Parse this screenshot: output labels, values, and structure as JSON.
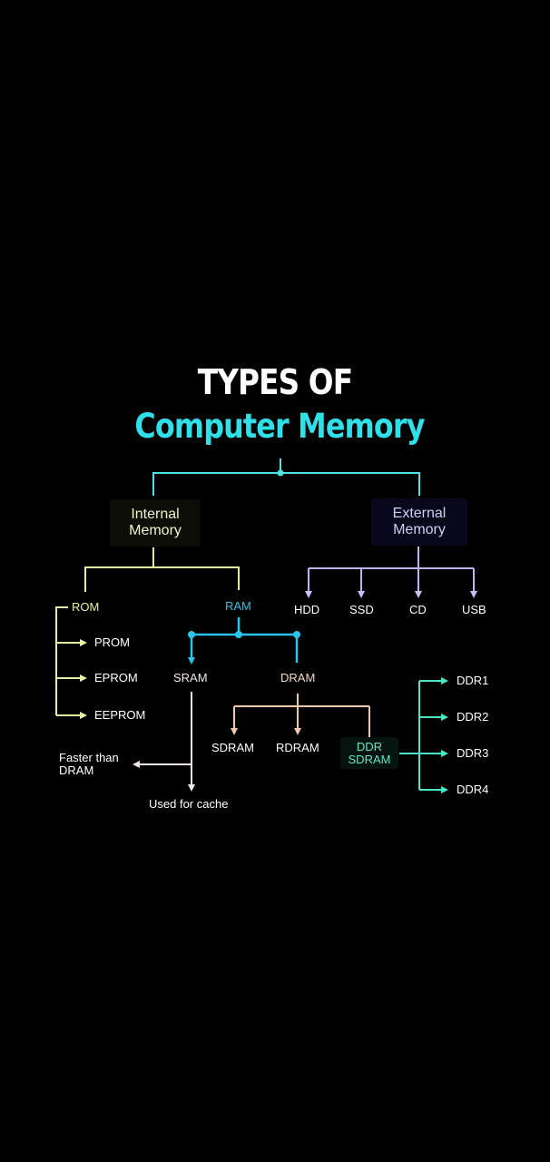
{
  "title": {
    "line1": "TYPES OF",
    "line2": "Computer Memory"
  },
  "colors": {
    "background": "#000000",
    "title_accent": "#2ee0e8",
    "internal_branch": "#e6f0a0",
    "external_branch": "#b8b6f0",
    "ram_branch": "#2cc4ea",
    "dram_branch": "#f3c8a8",
    "ddr_branch": "#46e8c8",
    "sram_branch": "#f0dfe8"
  },
  "nodes": {
    "internal": {
      "line1": "Internal",
      "line2": "Memory"
    },
    "external": {
      "line1": "External",
      "line2": "Memory"
    },
    "rom": "ROM",
    "ram": "RAM",
    "prom": "PROM",
    "eprom": "EPROM",
    "eeprom": "EEPROM",
    "hdd": "HDD",
    "ssd": "SSD",
    "cd": "CD",
    "usb": "USB",
    "sram": "SRAM",
    "dram": "DRAM",
    "sdram": "SDRAM",
    "rdram": "RDRAM",
    "ddr_sdram": {
      "line1": "DDR",
      "line2": "SDRAM"
    },
    "ddr1": "DDR1",
    "ddr2": "DDR2",
    "ddr3": "DDR3",
    "ddr4": "DDR4",
    "faster": {
      "line1": "Faster than",
      "line2": "DRAM"
    },
    "cache": "Used for cache"
  }
}
